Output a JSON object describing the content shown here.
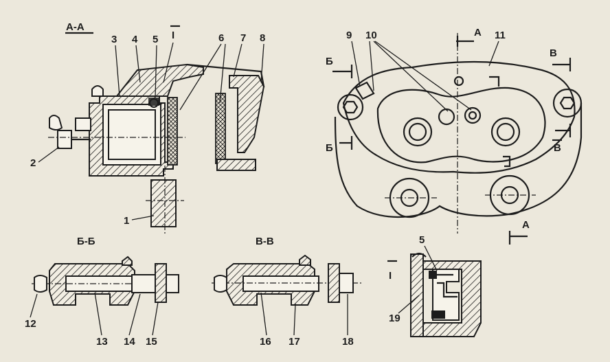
{
  "sections": {
    "aa": "А-А",
    "bb": "Б-Б",
    "vv": "В-В",
    "detail": "I"
  },
  "markers": {
    "a_top": "А",
    "a_bottom": "А",
    "b_top": "Б",
    "b_bottom": "Б",
    "v_top": "В",
    "v_bottom": "В",
    "detail_ref": "I"
  },
  "callouts": [
    "1",
    "2",
    "3",
    "4",
    "5",
    "6",
    "7",
    "8",
    "9",
    "10",
    "11",
    "12",
    "13",
    "14",
    "15",
    "16",
    "17",
    "18",
    "19",
    "5"
  ]
}
